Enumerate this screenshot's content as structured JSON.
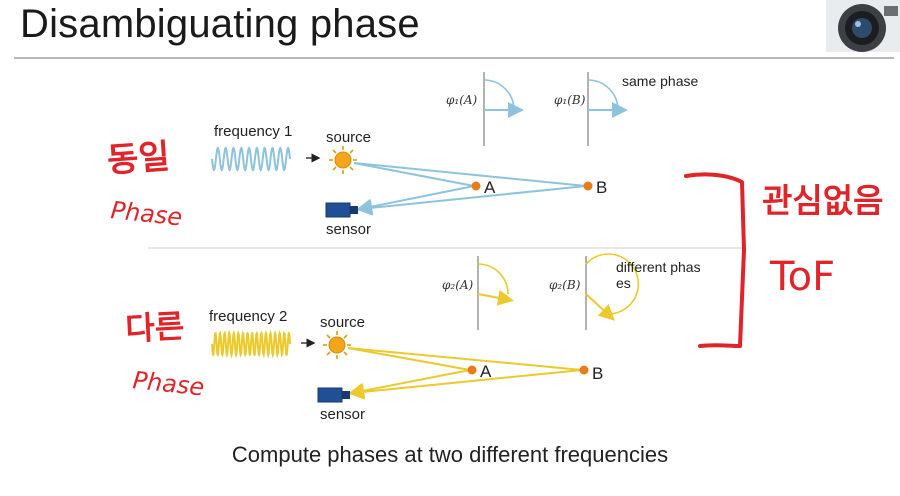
{
  "slide": {
    "title": "Disambiguating phase",
    "caption": "Compute phases at two different frequencies"
  },
  "top_scene": {
    "frequency_label": "frequency 1",
    "source_label": "source",
    "sensor_label": "sensor",
    "point_a": "A",
    "point_b": "B",
    "phase_a_label": "φ₁(A)",
    "phase_b_label": "φ₁(B)",
    "phase_note": "same phase",
    "color": "#8ec3de"
  },
  "bottom_scene": {
    "frequency_label": "frequency 2",
    "source_label": "source",
    "sensor_label": "sensor",
    "point_a": "A",
    "point_b": "B",
    "phase_a_label": "φ₂(A)",
    "phase_b_label": "φ₂(B)",
    "phase_note_line1": "different phas",
    "phase_note_line2": "es",
    "color": "#f0d33c"
  },
  "annotations": {
    "top_left_line1": "동일",
    "top_left_line2": "Phase",
    "bottom_left_line1": "다른",
    "bottom_left_line2": "Phase",
    "right_line1": "관심없음",
    "right_line2": "ToF",
    "ink_color": "#e0242a"
  },
  "icons": [
    "sun-icon",
    "camera-sensor-icon",
    "logo-icon"
  ]
}
